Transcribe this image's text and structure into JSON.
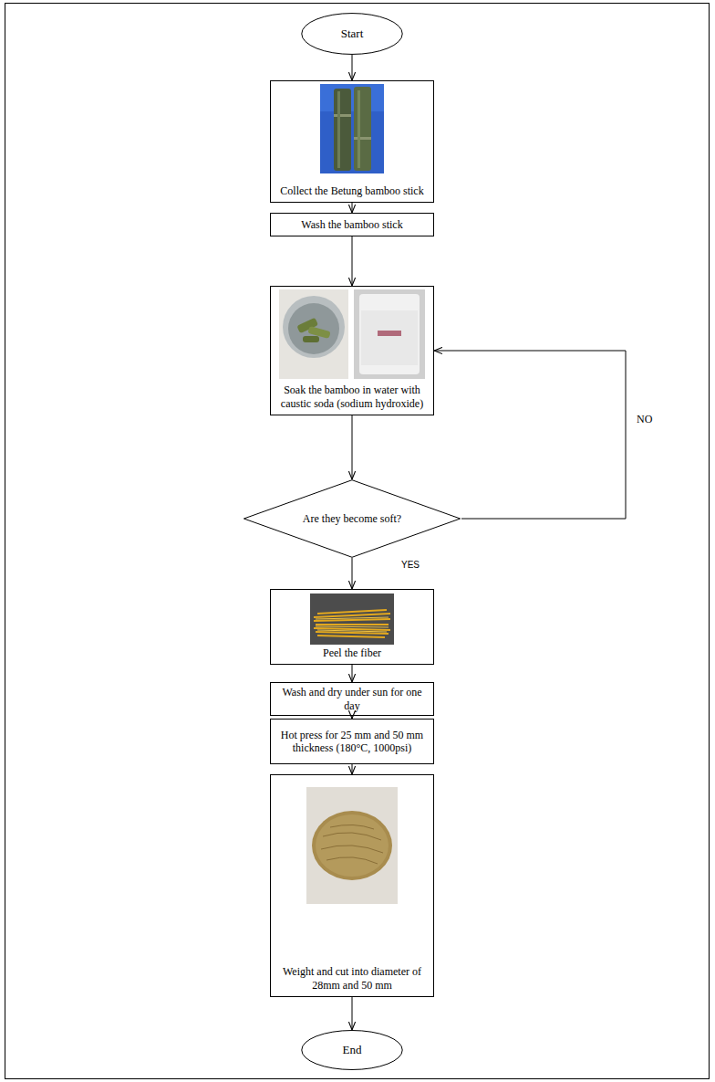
{
  "diagram": {
    "nodes": [
      {
        "text": [
          "Start"
        ]
      },
      {
        "text": [
          "Collect the Betung bamboo stick"
        ]
      },
      {
        "text": [
          "Wash the bamboo stick"
        ]
      },
      {
        "text": [
          "Soak the bamboo in water with caustic soda (sodium hydroxide)"
        ]
      },
      {
        "text": [
          "Are they become soft?"
        ]
      },
      {
        "text": [
          "Peel the fiber"
        ]
      },
      {
        "text": [
          "Wash and dry under sun for one day"
        ]
      },
      {
        "text": [
          "Hot press for 25 mm and 50 mm thickness (180°C, 1000psi)"
        ]
      },
      {
        "text": [
          "Weight and cut into diameter of 28mm and 50 mm"
        ]
      },
      {
        "text": [
          "End"
        ]
      }
    ],
    "edges": [
      {
        "from": 0,
        "to": 1,
        "arrow": "to"
      },
      {
        "from": 1,
        "to": 2,
        "arrow": "to"
      },
      {
        "from": 2,
        "to": 3,
        "arrow": "to"
      },
      {
        "from": 3,
        "to": 4,
        "arrow": "to"
      },
      {
        "from": 4,
        "to": 3,
        "label": "NO",
        "arrow": "to"
      },
      {
        "from": 4,
        "to": 5,
        "label": "YES",
        "arrow": "to"
      },
      {
        "from": 5,
        "to": 6,
        "arrow": "to"
      },
      {
        "from": 6,
        "to": 7,
        "arrow": "to"
      },
      {
        "from": 7,
        "to": 8,
        "arrow": "to"
      },
      {
        "from": 8,
        "to": 9,
        "arrow": "to"
      }
    ]
  }
}
